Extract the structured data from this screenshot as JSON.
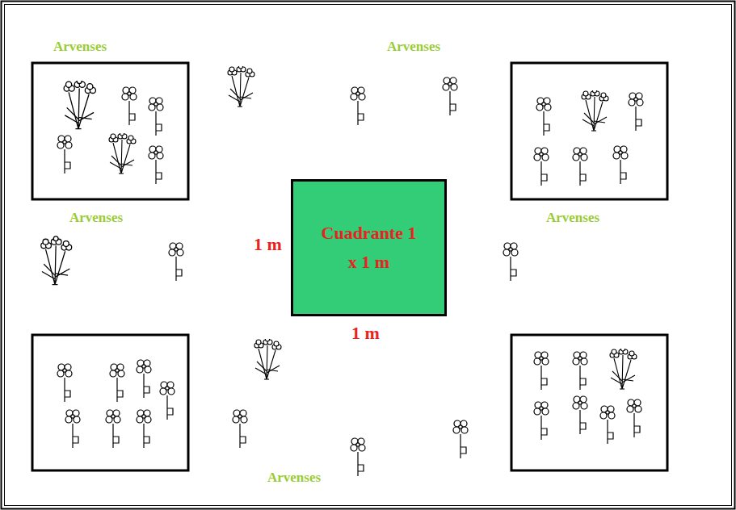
{
  "diagram": {
    "nodes": [
      {
        "text": [
          "Cuadrante 1 x 1 m"
        ]
      }
    ],
    "labels": [
      "Arvenses",
      "Arvenses",
      "Arvenses",
      "1 m",
      "Arvenses",
      "1 m",
      "Arvenses"
    ]
  }
}
